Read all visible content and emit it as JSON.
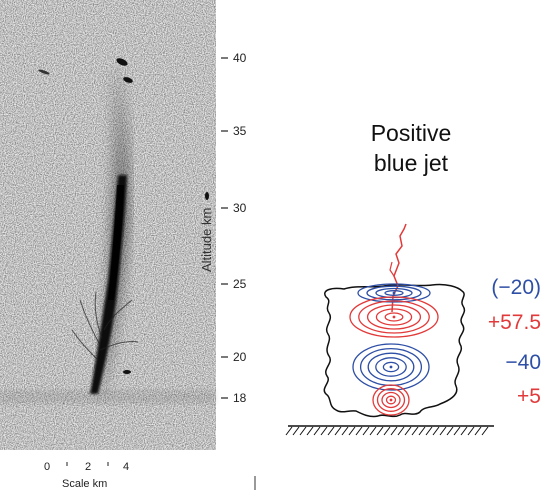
{
  "photo": {
    "altitude_axis": {
      "label": "Altitude km",
      "ticks": [
        "40",
        "35",
        "30",
        "25",
        "20",
        "18"
      ]
    },
    "scale_bar": {
      "label": "Scale km",
      "ticks": [
        "0",
        "2",
        "4"
      ]
    }
  },
  "diagram": {
    "title_line1": "Positive",
    "title_line2": "blue jet",
    "charges": [
      {
        "label": "(−20)",
        "color": "#2e4fa6"
      },
      {
        "label": "+57.5",
        "color": "#e23a3a"
      },
      {
        "label": "−40",
        "color": "#2e4fa6"
      },
      {
        "label": "+5",
        "color": "#e23a3a"
      }
    ],
    "colors": {
      "negative": "#2e4fa6",
      "positive": "#e23a3a",
      "outline": "#111111"
    }
  }
}
